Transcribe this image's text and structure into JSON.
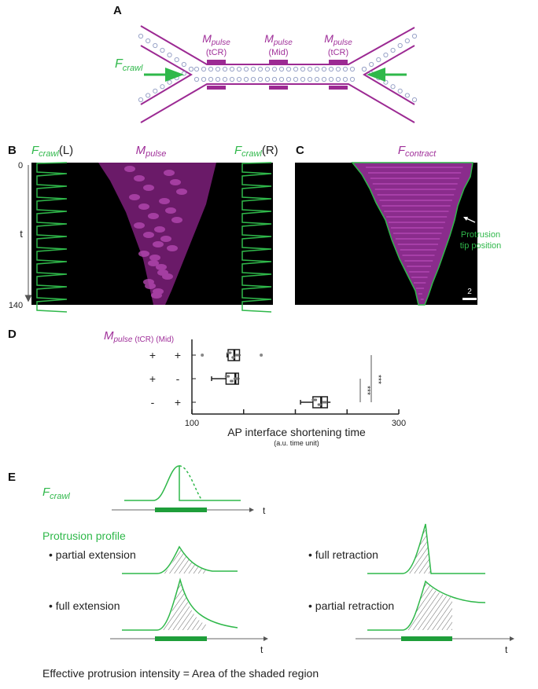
{
  "colors": {
    "magenta": "#9c2a93",
    "green": "#2fb84a",
    "dark_green": "#1e9e3a"
  },
  "panelA": {
    "label": "A",
    "fcrawl": {
      "main": "F",
      "sub": "crawl"
    },
    "pulses": [
      {
        "main": "M",
        "sub": "pulse",
        "region": "(tCR)"
      },
      {
        "main": "M",
        "sub": "pulse",
        "region": "(Mid)"
      },
      {
        "main": "M",
        "sub": "pulse",
        "region": "(tCR)"
      }
    ]
  },
  "panelB": {
    "label": "B",
    "left_title": {
      "main": "F",
      "sub": "crawl",
      "side": "(L)"
    },
    "center_title": {
      "main": "M",
      "sub": "pulse"
    },
    "right_title": {
      "main": "F",
      "sub": "crawl",
      "side": "(R)"
    },
    "time_axis": {
      "start": "0",
      "label": "t",
      "end": "140"
    }
  },
  "panelC": {
    "label": "C",
    "title": {
      "main": "F",
      "sub": "contract"
    },
    "annotation": [
      "Protrusion",
      "tip position"
    ],
    "scale_bar": "2"
  },
  "panelD": {
    "label": "D",
    "header": {
      "main": "M",
      "sub": "pulse",
      "col1": "(tCR)",
      "col2": "(Mid)"
    },
    "rows": [
      {
        "tcr": "+",
        "mid": "+",
        "q1": 135,
        "median": 141,
        "q3": 146,
        "wmin": 134,
        "wmax": 147,
        "outliers": [
          110,
          167
        ]
      },
      {
        "tcr": "+",
        "mid": "-",
        "q1": 133,
        "median": 142,
        "q3": 145,
        "wmin": 119,
        "wmax": 146,
        "outliers": []
      },
      {
        "tcr": "-",
        "mid": "+",
        "q1": 217,
        "median": 225,
        "q3": 231,
        "wmin": 205,
        "wmax": 234,
        "outliers": []
      }
    ],
    "xaxis": {
      "min": 100,
      "max": 300,
      "tick_labels": [
        "100",
        "300"
      ],
      "title": "AP interface shortening time",
      "subtitle": "(a.u. time unit)"
    },
    "significance": [
      "***",
      "***"
    ]
  },
  "panelE": {
    "label": "E",
    "fcrawl": {
      "main": "F",
      "sub": "crawl"
    },
    "profile_title": "Protrusion profile",
    "cases": [
      "• partial extension",
      "• full extension",
      "• full retraction",
      "• partial retraction"
    ],
    "t_label": "t",
    "footer": "Effective protrusion intensity = Area of the shaded region"
  }
}
